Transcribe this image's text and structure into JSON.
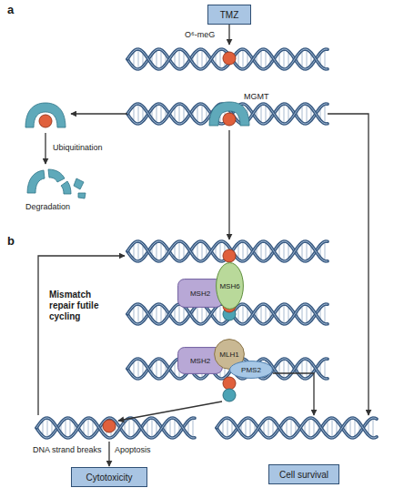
{
  "diagram": {
    "nodes": [
      {
        "text": [
          "TMZ"
        ]
      },
      {
        "text": [
          "MGMT"
        ]
      },
      {
        "text": [
          "MSH2"
        ]
      },
      {
        "text": [
          "MSH6"
        ]
      },
      {
        "text": [
          "MSH2"
        ]
      },
      {
        "text": [
          "MLH1"
        ]
      },
      {
        "text": [
          "PMS2"
        ]
      },
      {
        "text": [
          "Cytotoxicity"
        ]
      },
      {
        "text": [
          "Cell survival"
        ]
      }
    ],
    "labels": [
      "a",
      "O⁶-meG",
      "Ubiquitination",
      "Degradation",
      "b",
      "Mismatch repair futile cycling",
      "DNA strand breaks",
      "Apoptosis"
    ]
  }
}
